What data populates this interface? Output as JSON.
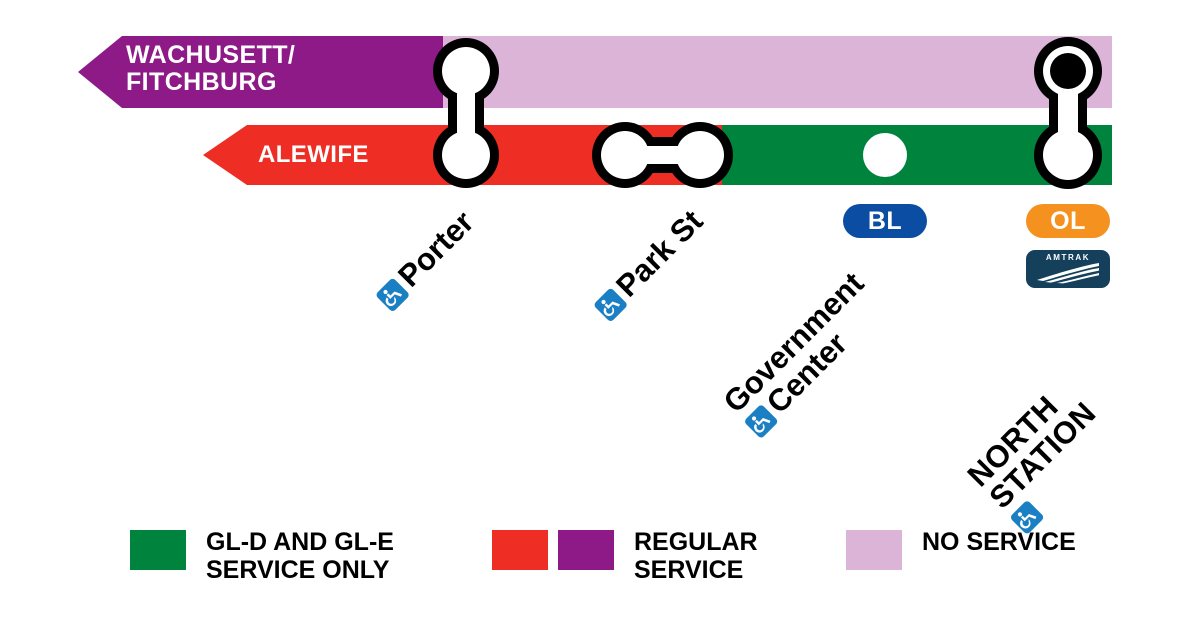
{
  "diagram": {
    "title": "MBTA Green Line service diagram",
    "colors": {
      "commuter_rail_purple": "#8D1A87",
      "no_service_light_purple": "#DBB4D8",
      "red_line": "#EE2E24",
      "green_line": "#00843D",
      "blue_line": "#0B4DA2",
      "orange_line": "#F5911E",
      "amtrak_navy": "#15405C",
      "accessible_blue": "#1B7FC3",
      "marker_outline": "#000000",
      "marker_fill": "#FFFFFF",
      "terminus_fill": "#000000",
      "background": "#FFFFFF"
    },
    "lines": [
      {
        "name": "commuter-rail-line",
        "label": "WACHUSETT/\nFITCHBURG",
        "segments": [
          {
            "state": "regular",
            "color": "#8D1A87"
          },
          {
            "state": "no-service",
            "color": "#DBB4D8"
          }
        ]
      },
      {
        "name": "subway-line",
        "label": "ALEWIFE",
        "segments": [
          {
            "state": "regular",
            "color": "#EE2E24"
          },
          {
            "state": "gl-d-gl-e-only",
            "color": "#00843D"
          }
        ]
      }
    ],
    "stations": [
      {
        "name": "porter",
        "label_lines": [
          "Porter"
        ],
        "accessible": true,
        "marker": "transfer-vertical",
        "badges": []
      },
      {
        "name": "park-st",
        "label_lines": [
          "Park St"
        ],
        "accessible": true,
        "marker": "transfer-horizontal",
        "badges": []
      },
      {
        "name": "government-center",
        "label_lines": [
          "Government",
          "Center"
        ],
        "accessible": true,
        "marker": "plain-circle",
        "badges": [
          {
            "name": "blue-line",
            "text": "BL",
            "color": "#0B4DA2"
          }
        ]
      },
      {
        "name": "north-station",
        "label_lines": [
          "NORTH",
          "STATION"
        ],
        "accessible": true,
        "marker": "terminus-vertical",
        "badges": [
          {
            "name": "orange-line",
            "text": "OL",
            "color": "#F5911E"
          },
          {
            "name": "amtrak",
            "text": "AMTRAK",
            "color": "#15405C"
          }
        ]
      }
    ]
  },
  "legend": {
    "items": [
      {
        "name": "gl-d-gl-e-service-only",
        "text": "GL-D AND GL-E\nSERVICE ONLY",
        "swatches": [
          "#00843D"
        ]
      },
      {
        "name": "regular-service",
        "text": "REGULAR\nSERVICE",
        "swatches": [
          "#EE2E24",
          "#8D1A87"
        ]
      },
      {
        "name": "no-service",
        "text": "NO SERVICE",
        "swatches": [
          "#DBB4D8"
        ]
      }
    ]
  }
}
